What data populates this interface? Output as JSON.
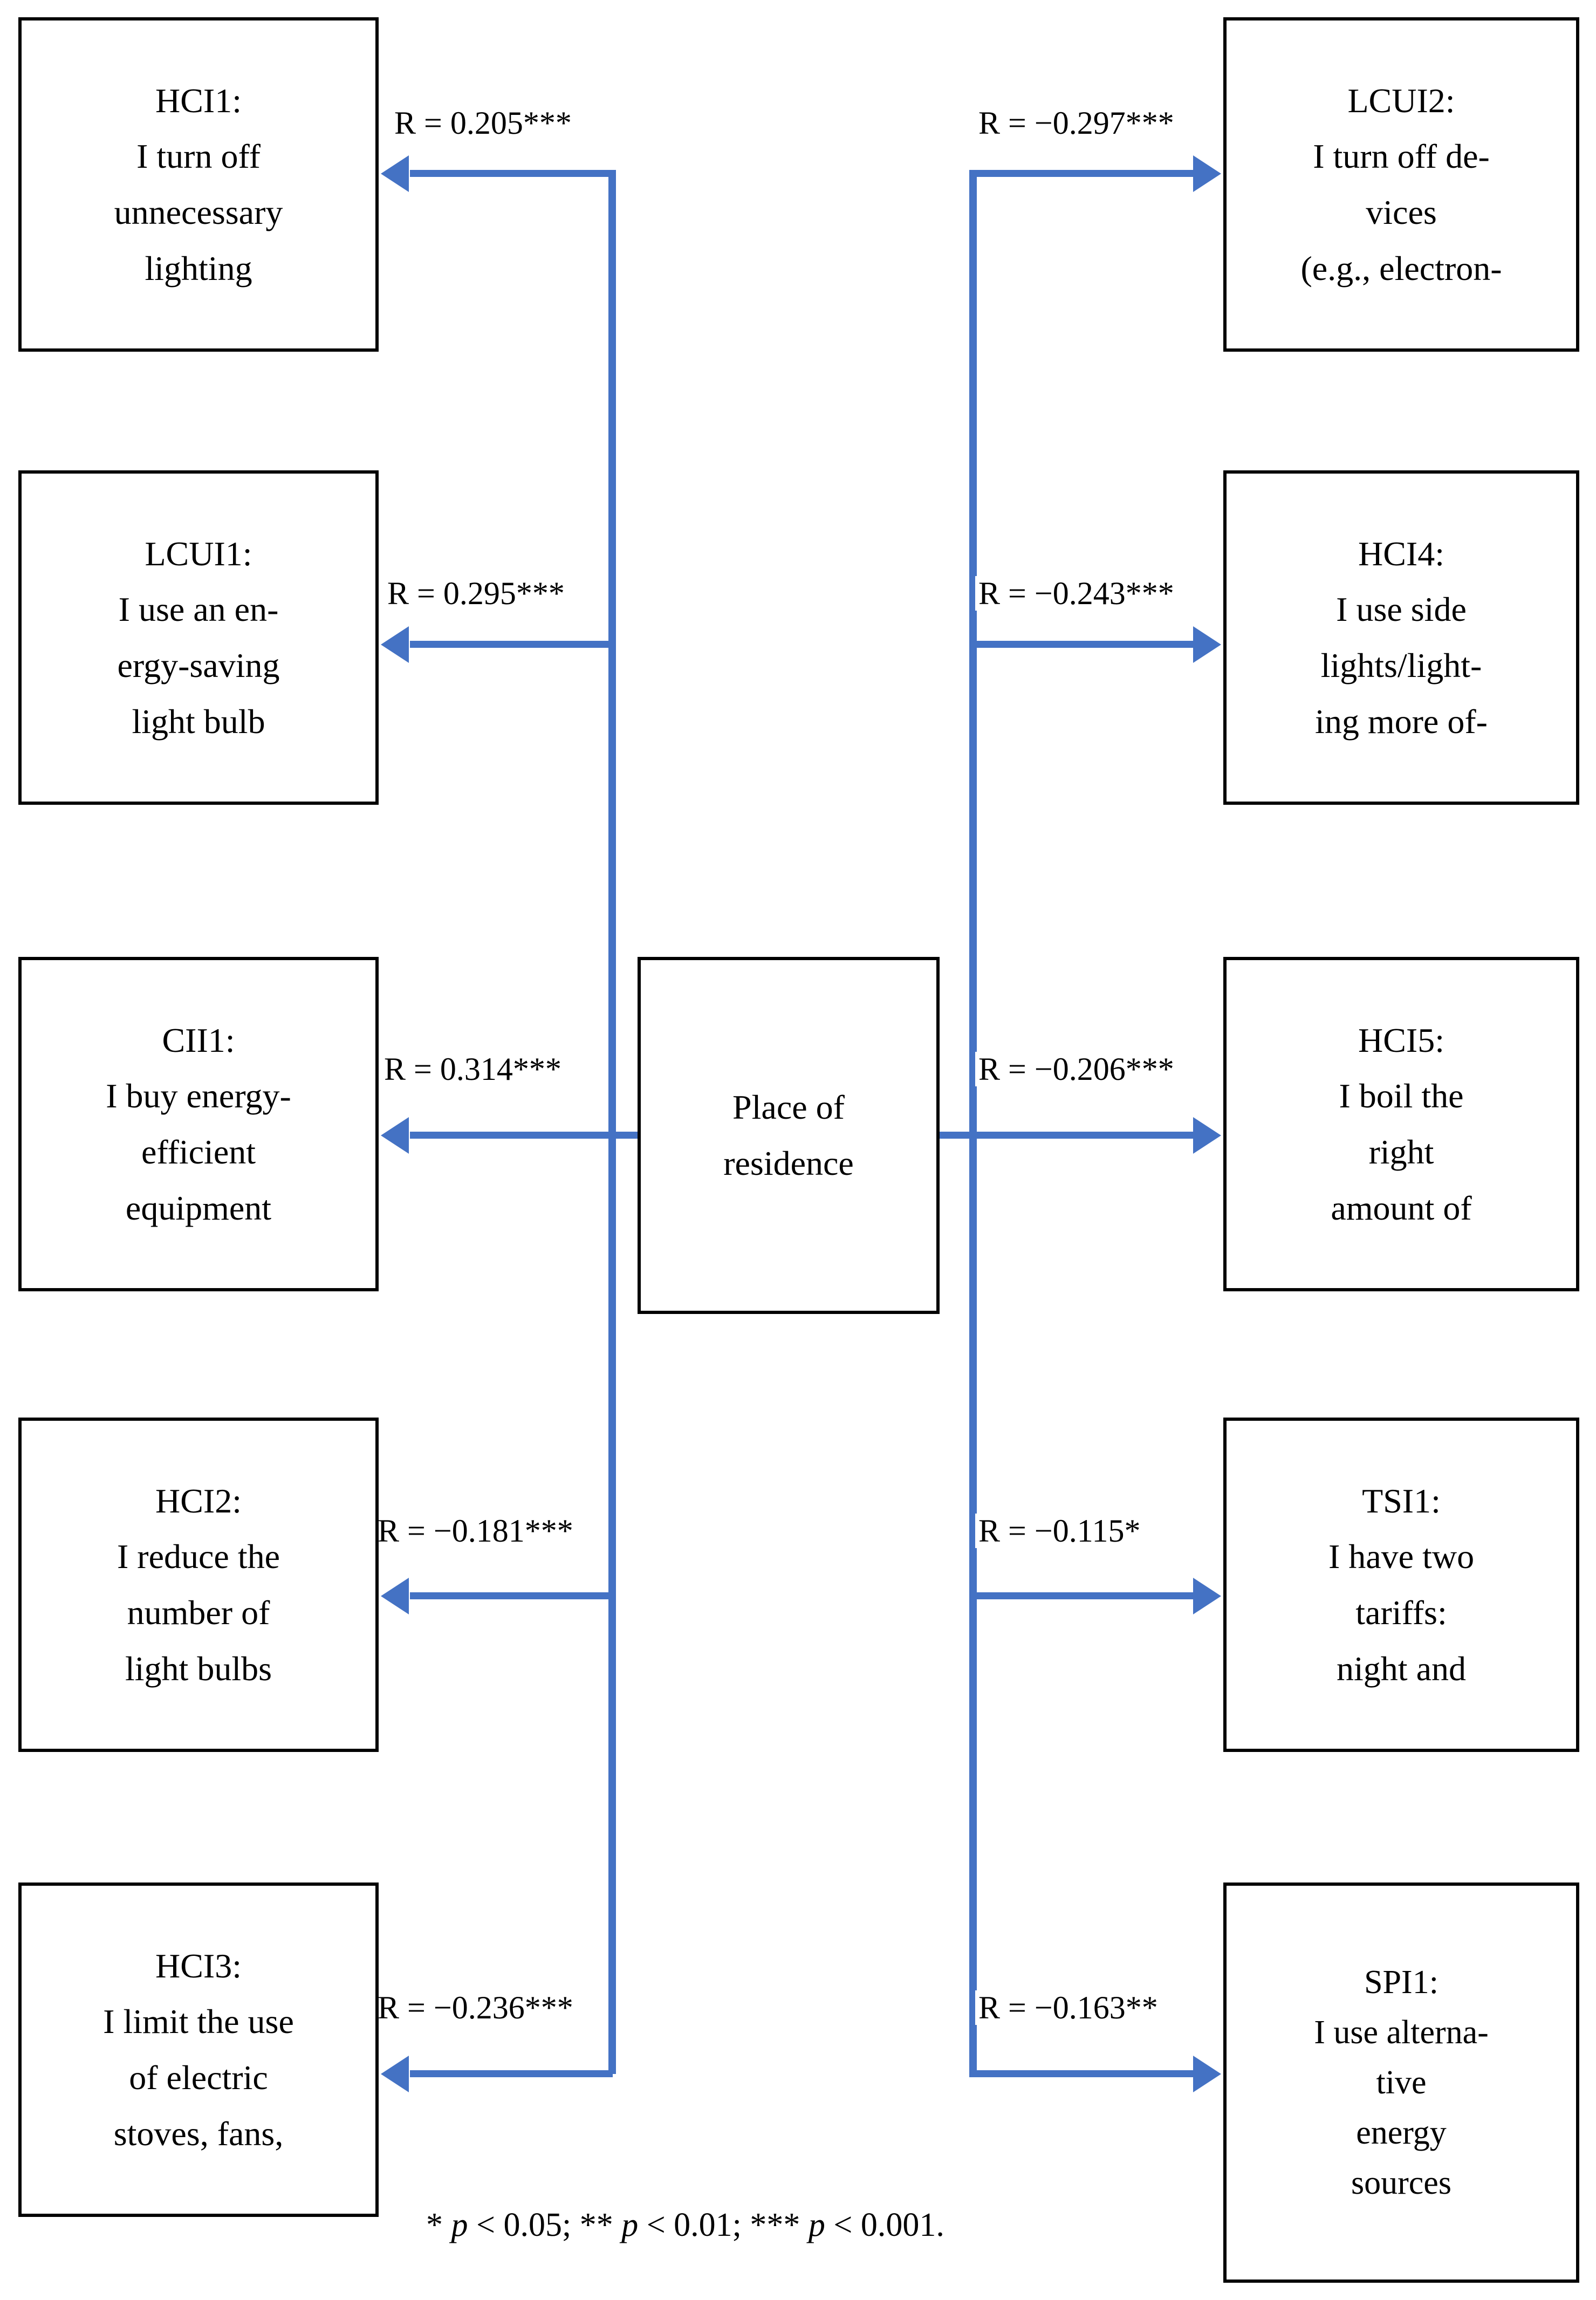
{
  "diagram": {
    "center": {
      "id": "place-of-residence",
      "lines": [
        "Place of",
        "residence"
      ]
    },
    "left_nodes": [
      {
        "id": "HCI1",
        "lines": [
          "HCI1:",
          "I turn off",
          "unnecessary",
          "lighting"
        ]
      },
      {
        "id": "LCUI1",
        "lines": [
          "LCUI1:",
          "I use an en-",
          "ergy-saving",
          "light bulb"
        ]
      },
      {
        "id": "CII1",
        "lines": [
          "CII1:",
          "I buy energy-",
          "efficient",
          "equipment"
        ]
      },
      {
        "id": "HCI2",
        "lines": [
          "HCI2:",
          "I reduce the",
          "number of",
          "light bulbs"
        ]
      },
      {
        "id": "HCI3",
        "lines": [
          "HCI3:",
          "I limit the use",
          "of electric",
          "stoves, fans,"
        ]
      }
    ],
    "right_nodes": [
      {
        "id": "LCUI2",
        "lines": [
          "LCUI2:",
          "I turn off de-",
          "vices",
          "(e.g., electron-"
        ]
      },
      {
        "id": "HCI4",
        "lines": [
          "HCI4:",
          "I use side",
          "lights/light-",
          "ing more of-"
        ]
      },
      {
        "id": "HCI5",
        "lines": [
          "HCI5:",
          "I boil the",
          "right",
          "amount of"
        ]
      },
      {
        "id": "TSI1",
        "lines": [
          "TSI1:",
          "I have two",
          "tariffs:",
          "night and"
        ]
      },
      {
        "id": "SPI1",
        "lines": [
          "SPI1:",
          "I use alterna-",
          "tive",
          "energy",
          "sources"
        ]
      }
    ],
    "left_edges": [
      {
        "target": "HCI1",
        "label": "R = 0.205***"
      },
      {
        "target": "LCUI1",
        "label": "R = 0.295***"
      },
      {
        "target": "CII1",
        "label": "R = 0.314***"
      },
      {
        "target": "HCI2",
        "label": "R = −0.181***"
      },
      {
        "target": "HCI3",
        "label": "R = −0.236***"
      }
    ],
    "right_edges": [
      {
        "target": "LCUI2",
        "label": "R = −0.297***"
      },
      {
        "target": "HCI4",
        "label": "R = −0.243***"
      },
      {
        "target": "HCI5",
        "label": "R = −0.206***"
      },
      {
        "target": "TSI1",
        "label": "R = −0.115*"
      },
      {
        "target": "SPI1",
        "label": "R = −0.163**"
      }
    ],
    "footnote": {
      "parts": [
        "* ",
        "p",
        " < 0.05; ** ",
        "p",
        " < 0.01; *** ",
        "p",
        " < 0.001."
      ],
      "full": "* p < 0.05; ** p < 0.01; *** p < 0.001."
    },
    "colors": {
      "arrow": "#4472C4",
      "box_border": "#000000",
      "background": "#FFFFFF",
      "text": "#000000"
    }
  }
}
